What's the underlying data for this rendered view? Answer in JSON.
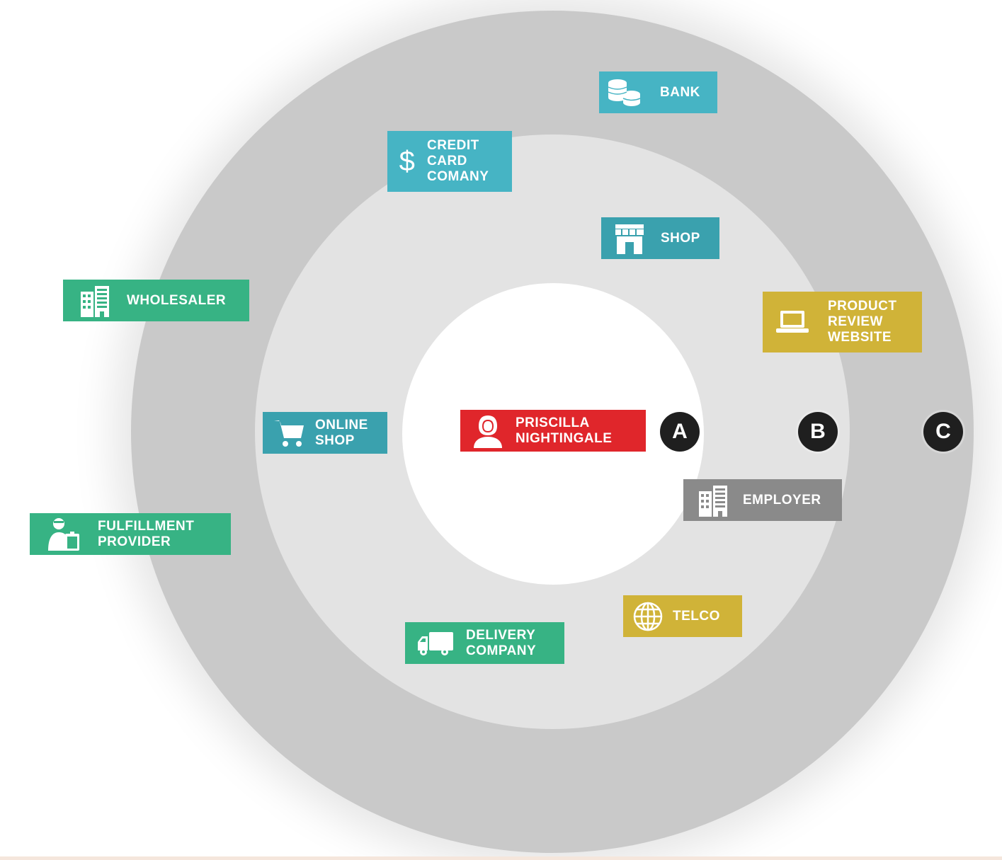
{
  "rings": {
    "inner_marker": "A",
    "middle_marker": "B",
    "outer_marker": "C"
  },
  "colors": {
    "outer_ring": "#c9c9c9",
    "middle_ring": "#e3e3e3",
    "center": "#ffffff",
    "teal": "#46b4c4",
    "green": "#37b384",
    "gold": "#d0b338",
    "grey": "#8a8a8a",
    "red": "#e0262b",
    "marker": "#1f1f1f"
  },
  "nodes": {
    "center": {
      "label": "PRISCILLA\nNIGHTINGALE",
      "icon": "person-icon"
    },
    "bank": {
      "label": "BANK",
      "icon": "coins-icon"
    },
    "credit_card": {
      "label": "CREDIT\nCARD\nCOMANY",
      "icon": "dollar-icon"
    },
    "shop": {
      "label": "SHOP",
      "icon": "storefront-icon"
    },
    "wholesaler": {
      "label": "WHOLESALER",
      "icon": "building-icon"
    },
    "product_review": {
      "label": "PRODUCT\nREVIEW\nWEBSITE",
      "icon": "laptop-icon"
    },
    "online_shop": {
      "label": "ONLINE\nSHOP",
      "icon": "cart-icon"
    },
    "employer": {
      "label": "EMPLOYER",
      "icon": "building-icon"
    },
    "fulfillment": {
      "label": "FULFILLMENT\nPROVIDER",
      "icon": "worker-clipboard-icon"
    },
    "telco": {
      "label": "TELCO",
      "icon": "globe-icon"
    },
    "delivery": {
      "label": "DELIVERY\nCOMPANY",
      "icon": "truck-icon"
    }
  }
}
